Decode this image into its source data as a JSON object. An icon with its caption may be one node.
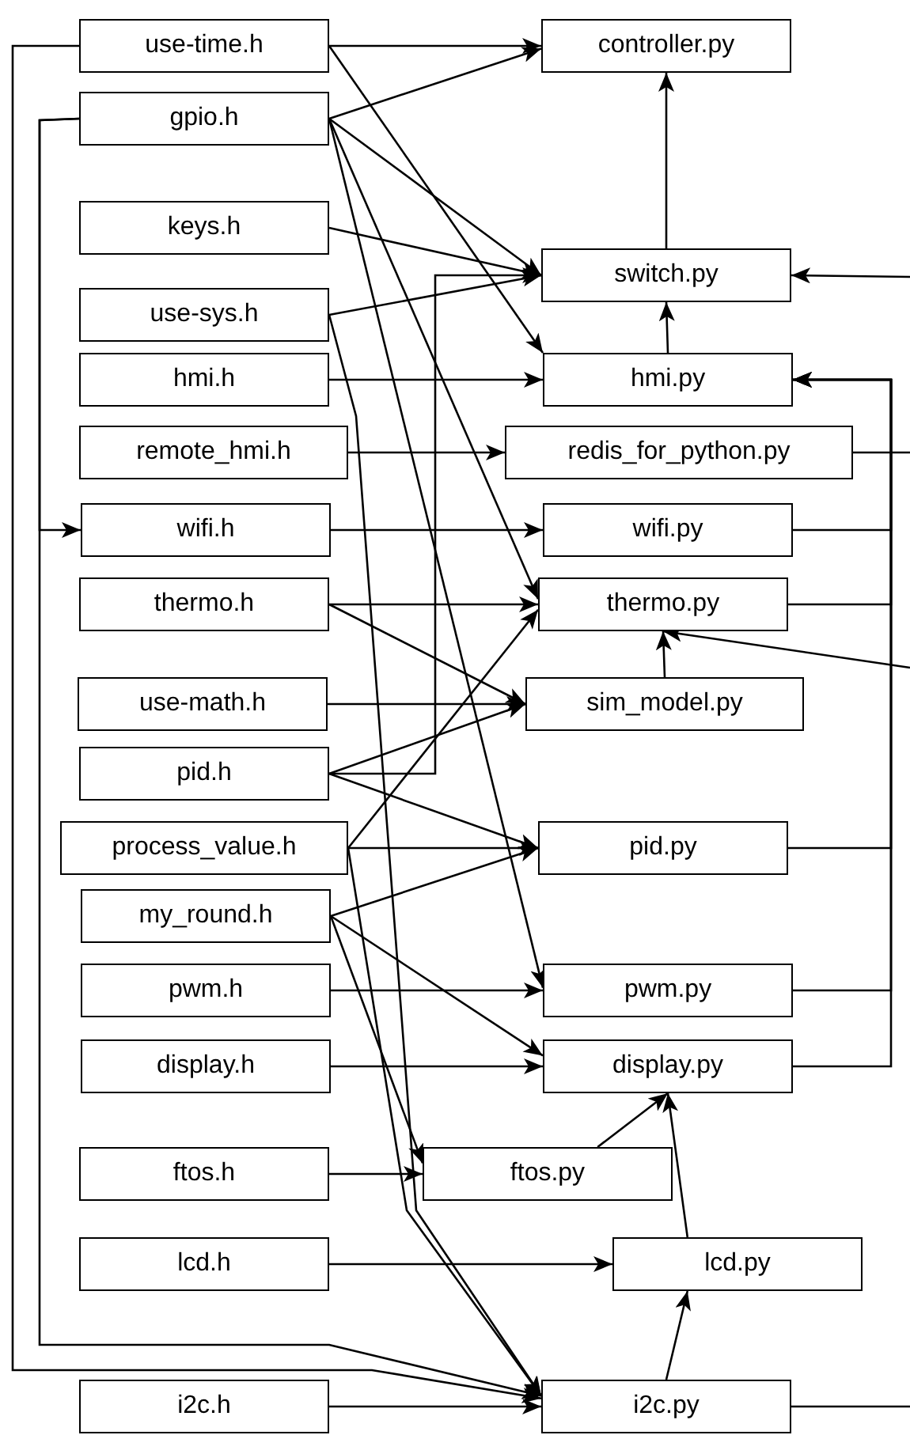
{
  "diagram": {
    "nodes": [
      {
        "text": [
          "use-time.h"
        ]
      },
      {
        "text": [
          "gpio.h"
        ]
      },
      {
        "text": [
          "keys.h"
        ]
      },
      {
        "text": [
          "use-sys.h"
        ]
      },
      {
        "text": [
          "hmi.h"
        ]
      },
      {
        "text": [
          "remote_hmi.h"
        ]
      },
      {
        "text": [
          "wifi.h"
        ]
      },
      {
        "text": [
          "thermo.h"
        ]
      },
      {
        "text": [
          "use-math.h"
        ]
      },
      {
        "text": [
          "pid.h"
        ]
      },
      {
        "text": [
          "process_value.h"
        ]
      },
      {
        "text": [
          "my_round.h"
        ]
      },
      {
        "text": [
          "pwm.h"
        ]
      },
      {
        "text": [
          "display.h"
        ]
      },
      {
        "text": [
          "ftos.h"
        ]
      },
      {
        "text": [
          "lcd.h"
        ]
      },
      {
        "text": [
          "i2c.h"
        ]
      },
      {
        "text": [
          "controller.py"
        ]
      },
      {
        "text": [
          "switch.py"
        ]
      },
      {
        "text": [
          "hmi.py"
        ]
      },
      {
        "text": [
          "redis_for_python.py"
        ]
      },
      {
        "text": [
          "wifi.py"
        ]
      },
      {
        "text": [
          "thermo.py"
        ]
      },
      {
        "text": [
          "sim_model.py"
        ]
      },
      {
        "text": [
          "pid.py"
        ]
      },
      {
        "text": [
          "pwm.py"
        ]
      },
      {
        "text": [
          "display.py"
        ]
      },
      {
        "text": [
          "ftos.py"
        ]
      },
      {
        "text": [
          "lcd.py"
        ]
      },
      {
        "text": [
          "i2c.py"
        ]
      }
    ],
    "edges": [
      {
        "from": 0,
        "to": 17,
        "arrow": "to"
      },
      {
        "from": 0,
        "to": 19,
        "arrow": "to"
      },
      {
        "from": 0,
        "to": 29,
        "arrow": "to"
      },
      {
        "from": 1,
        "to": 17,
        "arrow": "to"
      },
      {
        "from": 1,
        "to": 18,
        "arrow": "to"
      },
      {
        "from": 1,
        "to": 22,
        "arrow": "to"
      },
      {
        "from": 1,
        "to": 25,
        "arrow": "to"
      },
      {
        "from": 1,
        "to": 6,
        "arrow": "to"
      },
      {
        "from": 1,
        "to": 29,
        "arrow": "to"
      },
      {
        "from": 2,
        "to": 18,
        "arrow": "to"
      },
      {
        "from": 3,
        "to": 18,
        "arrow": "to"
      },
      {
        "from": 3,
        "to": 29,
        "arrow": "to"
      },
      {
        "from": 4,
        "to": 19,
        "arrow": "to"
      },
      {
        "from": 5,
        "to": 20,
        "arrow": "to"
      },
      {
        "from": 6,
        "to": 21,
        "arrow": "to"
      },
      {
        "from": 7,
        "to": 22,
        "arrow": "to"
      },
      {
        "from": 7,
        "to": 23,
        "arrow": "to"
      },
      {
        "from": 8,
        "to": 23,
        "arrow": "to"
      },
      {
        "from": 9,
        "to": 23,
        "arrow": "to"
      },
      {
        "from": 9,
        "to": 18,
        "arrow": "to"
      },
      {
        "from": 9,
        "to": 24,
        "arrow": "to"
      },
      {
        "from": 10,
        "to": 22,
        "arrow": "to"
      },
      {
        "from": 10,
        "to": 24,
        "arrow": "to"
      },
      {
        "from": 10,
        "to": 29,
        "arrow": "to"
      },
      {
        "from": 11,
        "to": 24,
        "arrow": "to"
      },
      {
        "from": 11,
        "to": 26,
        "arrow": "to"
      },
      {
        "from": 11,
        "to": 27,
        "arrow": "to"
      },
      {
        "from": 12,
        "to": 25,
        "arrow": "to"
      },
      {
        "from": 13,
        "to": 26,
        "arrow": "to"
      },
      {
        "from": 14,
        "to": 27,
        "arrow": "to"
      },
      {
        "from": 15,
        "to": 28,
        "arrow": "to"
      },
      {
        "from": 16,
        "to": 29,
        "arrow": "to"
      },
      {
        "from": 18,
        "to": 17,
        "arrow": "to"
      },
      {
        "from": 19,
        "to": 18,
        "arrow": "to"
      },
      {
        "from": 21,
        "to": 19,
        "arrow": "to"
      },
      {
        "from": 22,
        "to": 19,
        "arrow": "to"
      },
      {
        "from": 24,
        "to": 19,
        "arrow": "to"
      },
      {
        "from": 25,
        "to": 19,
        "arrow": "to"
      },
      {
        "from": 26,
        "to": 19,
        "arrow": "to"
      },
      {
        "from": 23,
        "to": 22,
        "arrow": "to"
      },
      {
        "from": 27,
        "to": 26,
        "arrow": "to"
      },
      {
        "from": 28,
        "to": 26,
        "arrow": "to"
      },
      {
        "from": 29,
        "to": 28,
        "arrow": "to"
      },
      {
        "from": null,
        "to": 18,
        "arrow": "to"
      },
      {
        "from": 20,
        "to": null,
        "arrow": "none"
      },
      {
        "from": null,
        "to": 22,
        "arrow": "to"
      },
      {
        "from": 29,
        "to": null,
        "arrow": "none"
      }
    ]
  }
}
